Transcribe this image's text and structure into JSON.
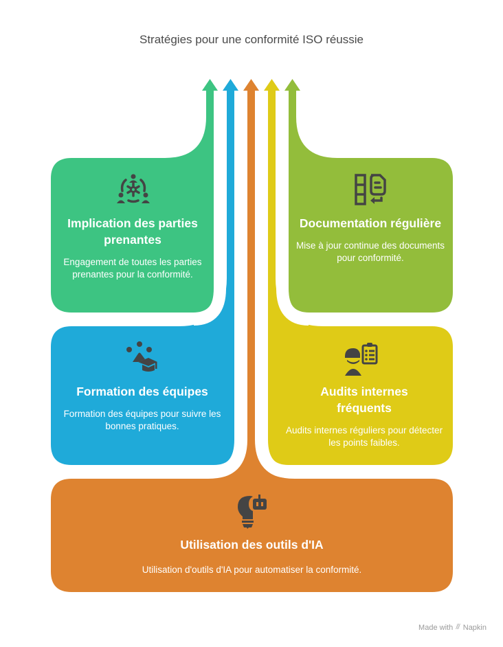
{
  "title": "Stratégies pour une conformité ISO réussie",
  "colors": {
    "green": "#3DC482",
    "blue": "#1FAAD9",
    "orange": "#DE8330",
    "yellow": "#DFCB17",
    "lime": "#93BD3B",
    "icon": "#444444",
    "text": "#ffffff"
  },
  "cards": {
    "stakeholders": {
      "title": "Implication des parties prenantes",
      "description": "Engagement de toutes les parties prenantes pour la conformité.",
      "icon": "people-network-gear-icon"
    },
    "documentation": {
      "title": "Documentation régulière",
      "description": "Mise à jour continue des documents pour conformité.",
      "icon": "document-update-icon"
    },
    "training": {
      "title": "Formation des équipes",
      "description": "Formation des équipes pour suivre les bonnes pratiques.",
      "icon": "team-graduation-icon"
    },
    "audits": {
      "title": "Audits internes fréquents",
      "description": "Audits internes réguliers pour détecter les points faibles.",
      "icon": "auditor-clipboard-icon"
    },
    "ai_tools": {
      "title": "Utilisation des outils d'IA",
      "description": "Utilisation d'outils d'IA pour automatiser la conformité.",
      "icon": "lightbulb-robot-icon"
    }
  },
  "footer": {
    "made_with": "Made with",
    "brand": "Napkin"
  }
}
